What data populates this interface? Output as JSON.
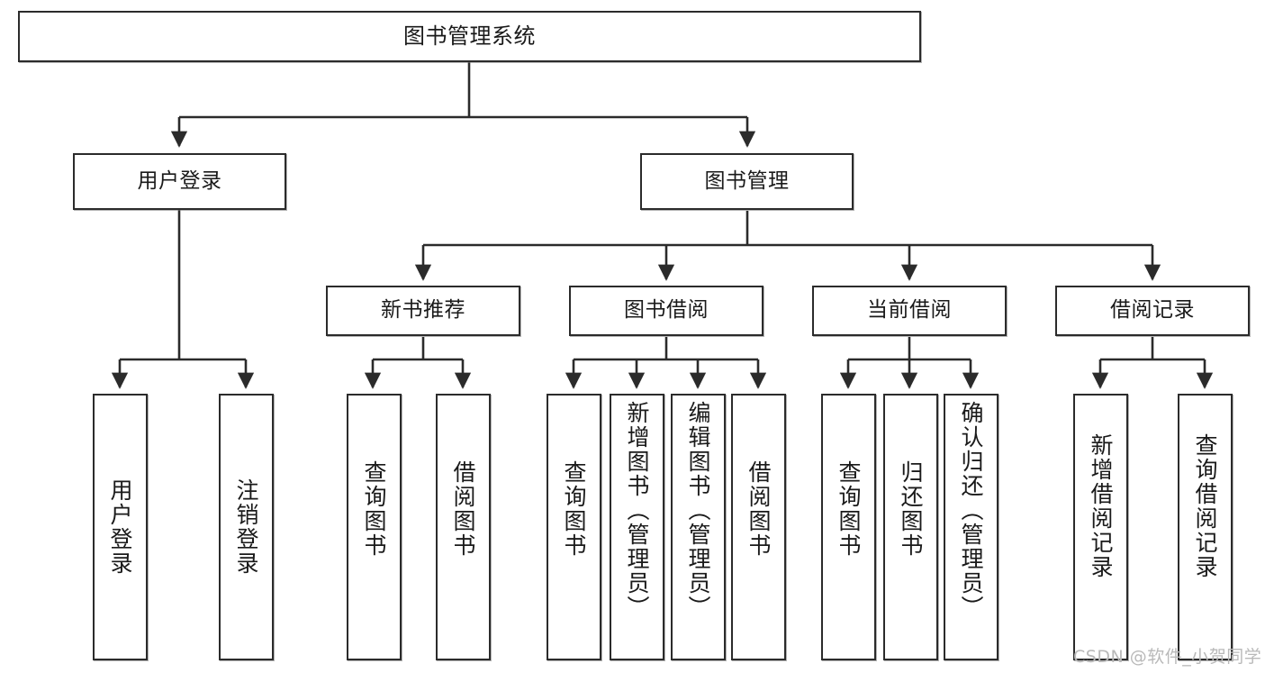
{
  "diagram": {
    "type": "tree-hierarchy",
    "title": "图书管理系统",
    "root": {
      "id": "root",
      "label": "图书管理系统"
    },
    "level2": [
      {
        "id": "user-login",
        "label": "用户登录"
      },
      {
        "id": "book-manage",
        "label": "图书管理"
      }
    ],
    "level3": [
      {
        "id": "new-book-recommend",
        "label": "新书推荐"
      },
      {
        "id": "book-borrow",
        "label": "图书借阅"
      },
      {
        "id": "current-borrow",
        "label": "当前借阅"
      },
      {
        "id": "borrow-record",
        "label": "借阅记录"
      }
    ],
    "leaves": {
      "user_login": [
        {
          "id": "leaf-user-login",
          "label": "用户登录"
        },
        {
          "id": "leaf-logout-login",
          "label": "注销登录"
        }
      ],
      "new_book_recommend": [
        {
          "id": "leaf-query-book-1",
          "label": "查询图书"
        },
        {
          "id": "leaf-borrow-book-1",
          "label": "借阅图书"
        }
      ],
      "book_borrow": [
        {
          "id": "leaf-query-book-2",
          "label": "查询图书"
        },
        {
          "id": "leaf-add-book",
          "label": "新增图书（管理员）"
        },
        {
          "id": "leaf-edit-book",
          "label": "编辑图书（管理员）"
        },
        {
          "id": "leaf-borrow-book-2",
          "label": "借阅图书"
        }
      ],
      "current_borrow": [
        {
          "id": "leaf-query-book-3",
          "label": "查询图书"
        },
        {
          "id": "leaf-return-book",
          "label": "归还图书"
        },
        {
          "id": "leaf-confirm-return",
          "label": "确认归还（管理员）"
        }
      ],
      "borrow_record": [
        {
          "id": "leaf-add-record",
          "label": "新增借阅记录"
        },
        {
          "id": "leaf-query-record",
          "label": "查询借阅记录"
        }
      ]
    }
  },
  "watermark": {
    "text": "CSDN @软件_小贺同学"
  },
  "colors": {
    "box_border": "#2b2b2b",
    "box_fill": "#ffffff",
    "text": "#1a1a1a",
    "line": "#2b2b2b",
    "watermark": "#b9b9b9",
    "page_background": "#ffffff"
  }
}
